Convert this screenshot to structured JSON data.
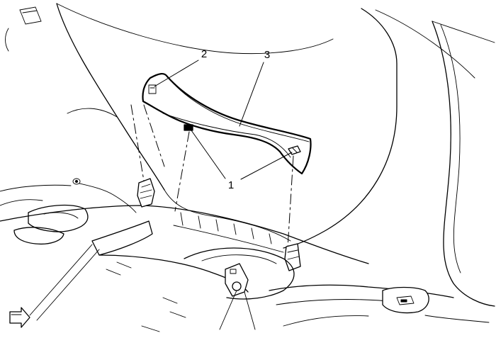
{
  "callouts": [
    {
      "id": "callout-1",
      "label": "1"
    },
    {
      "id": "callout-2",
      "label": "2"
    },
    {
      "id": "callout-3",
      "label": "3"
    }
  ]
}
